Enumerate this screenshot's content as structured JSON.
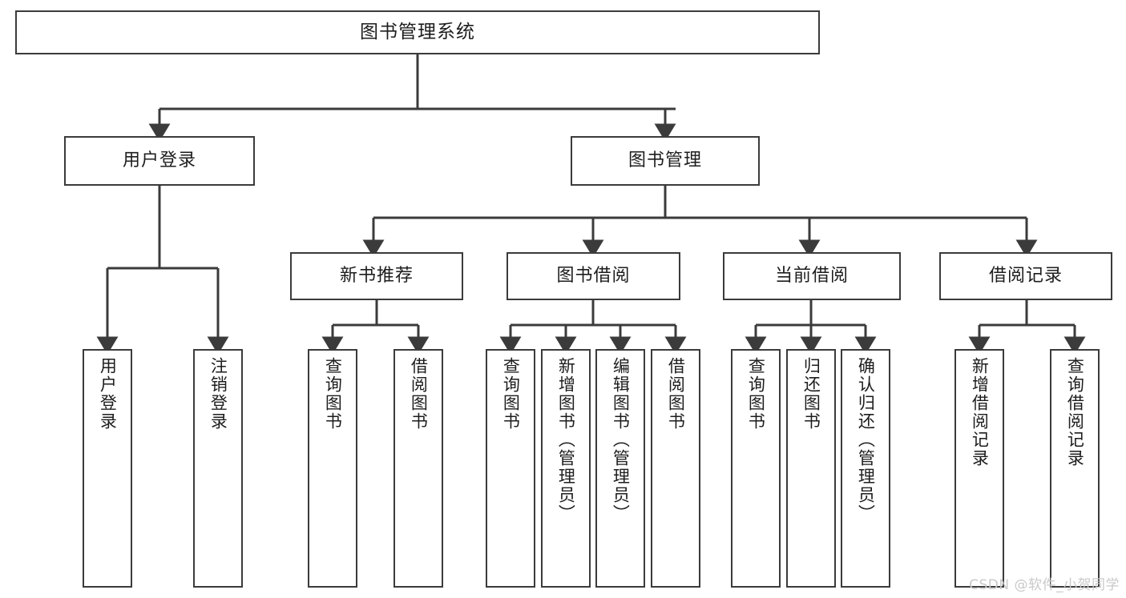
{
  "diagram": {
    "title": "图书管理系统",
    "watermark": "CSDN @软件_小贺同学",
    "colors": {
      "border": "#3b3b3b",
      "box_fill": "#ffffff",
      "text": "#1d1d1d",
      "connector": "#3b3b3b",
      "watermark": "#c9c9c9",
      "background": "#ffffff"
    },
    "nodes": {
      "root": {
        "label": "图书管理系统",
        "orientation": "horizontal"
      },
      "level2": [
        {
          "label": "用户登录",
          "orientation": "horizontal"
        },
        {
          "label": "图书管理",
          "orientation": "horizontal"
        }
      ],
      "level3": [
        {
          "label": "新书推荐",
          "orientation": "horizontal"
        },
        {
          "label": "图书借阅",
          "orientation": "horizontal"
        },
        {
          "label": "当前借阅",
          "orientation": "horizontal"
        },
        {
          "label": "借阅记录",
          "orientation": "horizontal"
        }
      ],
      "leaves": {
        "user_login": [
          {
            "label": "用户登录",
            "orientation": "vertical"
          },
          {
            "label": "注销登录",
            "orientation": "vertical"
          }
        ],
        "new_book_recommend": [
          {
            "label": "查询图书",
            "orientation": "vertical"
          },
          {
            "label": "借阅图书",
            "orientation": "vertical"
          }
        ],
        "book_borrow": [
          {
            "label": "查询图书",
            "orientation": "vertical"
          },
          {
            "label": "新增图书（管理员）",
            "orientation": "vertical"
          },
          {
            "label": "编辑图书（管理员）",
            "orientation": "vertical"
          },
          {
            "label": "借阅图书",
            "orientation": "vertical"
          }
        ],
        "current_borrow": [
          {
            "label": "查询图书",
            "orientation": "vertical"
          },
          {
            "label": "归还图书",
            "orientation": "vertical"
          },
          {
            "label": "确认归还（管理员）",
            "orientation": "vertical"
          }
        ],
        "borrow_record": [
          {
            "label": "新增借阅记录",
            "orientation": "vertical"
          },
          {
            "label": "查询借阅记录",
            "orientation": "vertical"
          }
        ]
      }
    }
  }
}
